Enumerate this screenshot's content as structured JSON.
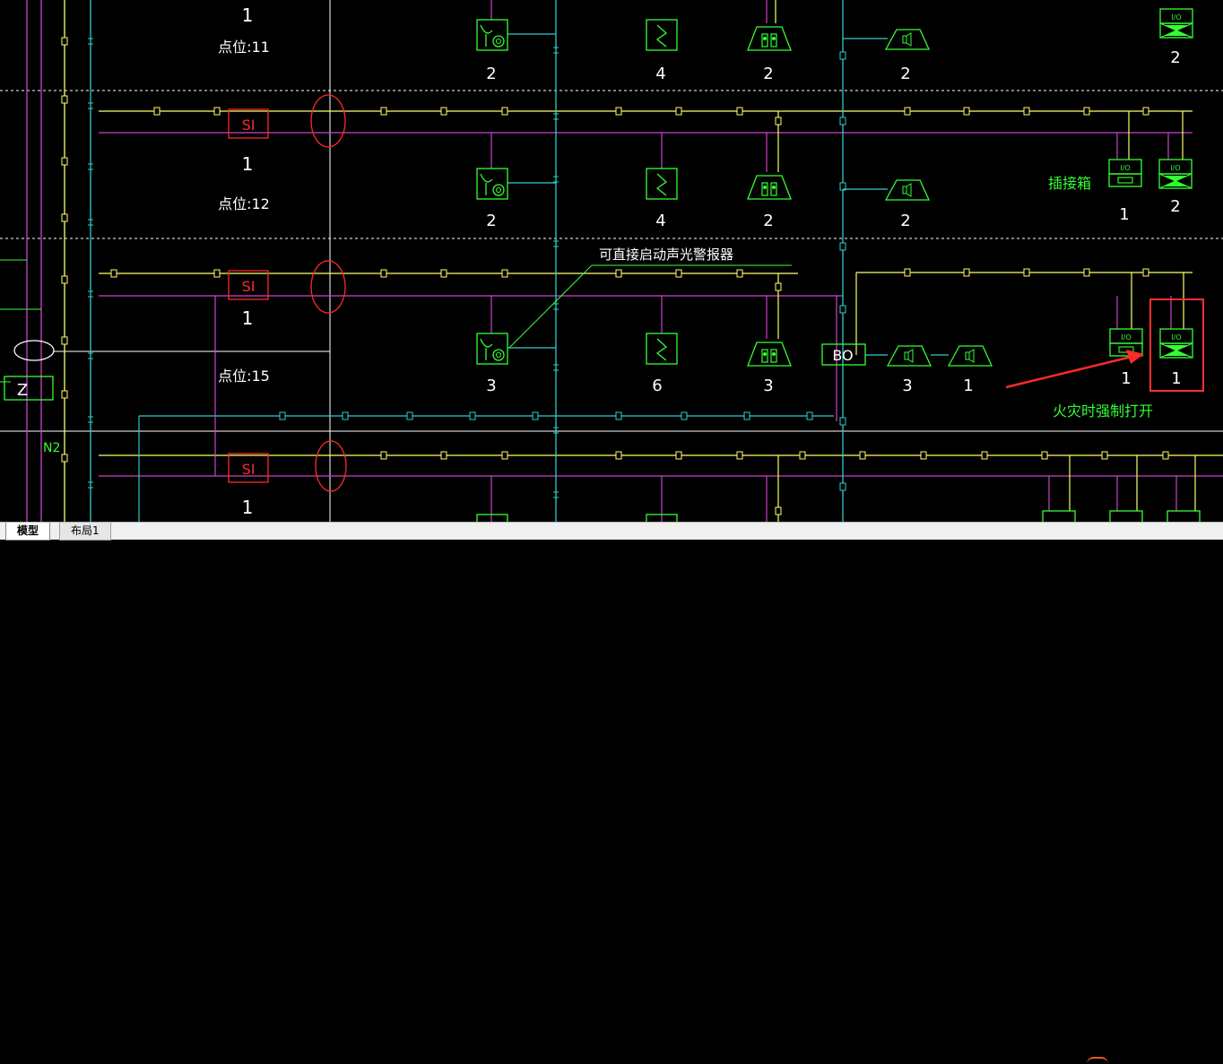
{
  "tabs": [
    {
      "label": "模型",
      "active": true
    },
    {
      "label": "布局1",
      "active": false
    }
  ],
  "labels": {
    "point11": "点位:11",
    "point12": "点位:12",
    "point15": "点位:15",
    "annotation_alarm": "可直接启动声光警报器",
    "socket_box": "插接箱",
    "fire_open": "火灾时强制打开",
    "n2": "N2",
    "z_box": "Z",
    "bo_box": "BO",
    "si": "SI"
  },
  "counts": {
    "row1": {
      "sub": "1",
      "alarm": "2",
      "switch": "4",
      "phone": "2",
      "speaker": "2",
      "damper": "2"
    },
    "row2": {
      "sub": "1",
      "alarm": "2",
      "switch": "4",
      "phone": "2",
      "speaker": "2",
      "socket": "1",
      "damper": "2"
    },
    "row3": {
      "sub": "1",
      "alarm": "3",
      "switch": "6",
      "phone": "3",
      "speaker1": "3",
      "speaker2": "1",
      "socket": "1",
      "damper": "1"
    },
    "row4": {
      "sub": "1"
    }
  },
  "colors": {
    "background": "#000000",
    "yellow_bus": "#ffff66",
    "magenta_bus": "#cc44cc",
    "cyan_bus": "#33cccc",
    "green_symbol": "#33ff33",
    "red_module": "#ff2a2a",
    "highlight": "#ff3030",
    "grid_line": "#ffffff"
  },
  "icons": [
    "alarm-bell-icon",
    "switch-icon",
    "phone-icon",
    "speaker-icon",
    "damper-icon",
    "socket-icon",
    "arrow-icon"
  ]
}
